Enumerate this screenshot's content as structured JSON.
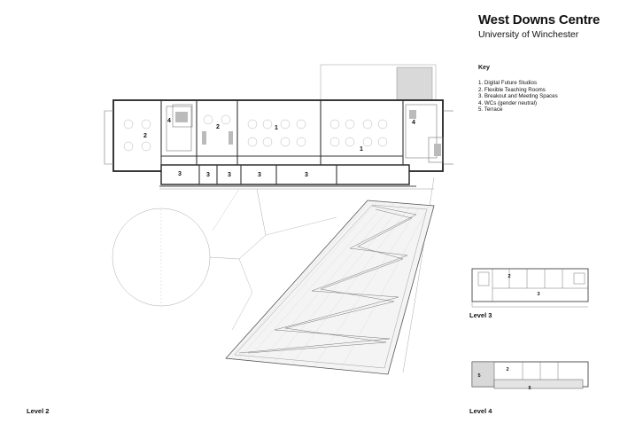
{
  "title": "West Downs Centre",
  "subtitle": "University of Winchester",
  "key": {
    "heading": "Key",
    "items": [
      "1.  Digital Future Studios",
      "2.  Flexible Teaching Rooms",
      "3.  Breakout and Meeting Spaces",
      "4.  WCs (gender neutral)",
      "5.  Terrace"
    ]
  },
  "levels": {
    "level2": "Level 2",
    "level3": "Level 3",
    "level4": "Level 4"
  },
  "plan_numbers": {
    "room_1": "1",
    "room_2": "2",
    "room_3": "3",
    "room_4": "4",
    "room_5": "5"
  }
}
